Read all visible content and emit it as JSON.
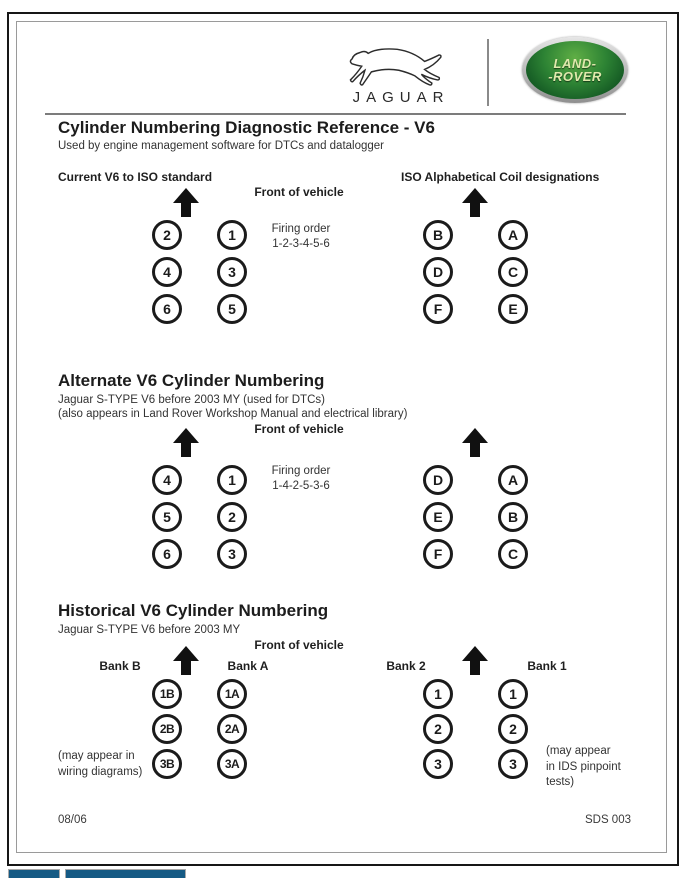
{
  "brand": {
    "jaguar_wordmark": "JAGUAR",
    "landrover_line1": "LAND-",
    "landrover_line2": "-ROVER",
    "landrover_green": "#2d8334",
    "bottom_tab_color": "#155a84"
  },
  "doc": {
    "title": "Cylinder Numbering Diagnostic Reference - V6",
    "subtitle": "Used by engine management software for DTCs and datalogger",
    "footer_left": "08/06",
    "footer_right": "SDS 003"
  },
  "sections": [
    {
      "left_heading": "Current V6 to ISO standard",
      "right_heading": "ISO Alphabetical Coil designations",
      "front_label": "Front of vehicle",
      "firing_label": "Firing order",
      "firing_order": "1-2-3-4-5-6",
      "circles": [
        [
          "2",
          "1",
          "B",
          "A"
        ],
        [
          "4",
          "3",
          "D",
          "C"
        ],
        [
          "6",
          "5",
          "F",
          "E"
        ]
      ]
    },
    {
      "title": "Alternate V6 Cylinder Numbering",
      "subtitle1": "Jaguar S-TYPE V6 before 2003 MY (used for DTCs)",
      "subtitle2": "(also appears in Land Rover Workshop Manual and electrical library)",
      "front_label": "Front of vehicle",
      "firing_label": "Firing order",
      "firing_order": "1-4-2-5-3-6",
      "circles": [
        [
          "4",
          "1",
          "D",
          "A"
        ],
        [
          "5",
          "2",
          "E",
          "B"
        ],
        [
          "6",
          "3",
          "F",
          "C"
        ]
      ]
    },
    {
      "title": "Historical V6 Cylinder Numbering",
      "subtitle1": "Jaguar S-TYPE V6 before 2003 MY",
      "front_label": "Front of vehicle",
      "banks": [
        "Bank B",
        "Bank A",
        "Bank 2",
        "Bank 1"
      ],
      "circles": [
        [
          "1B",
          "1A",
          "1",
          "1"
        ],
        [
          "2B",
          "2A",
          "2",
          "2"
        ],
        [
          "3B",
          "3A",
          "3",
          "3"
        ]
      ],
      "note_left": [
        "(may appear in",
        "wiring diagrams)"
      ],
      "note_right": [
        "(may appear",
        "in IDS pinpoint",
        "tests)"
      ]
    }
  ]
}
